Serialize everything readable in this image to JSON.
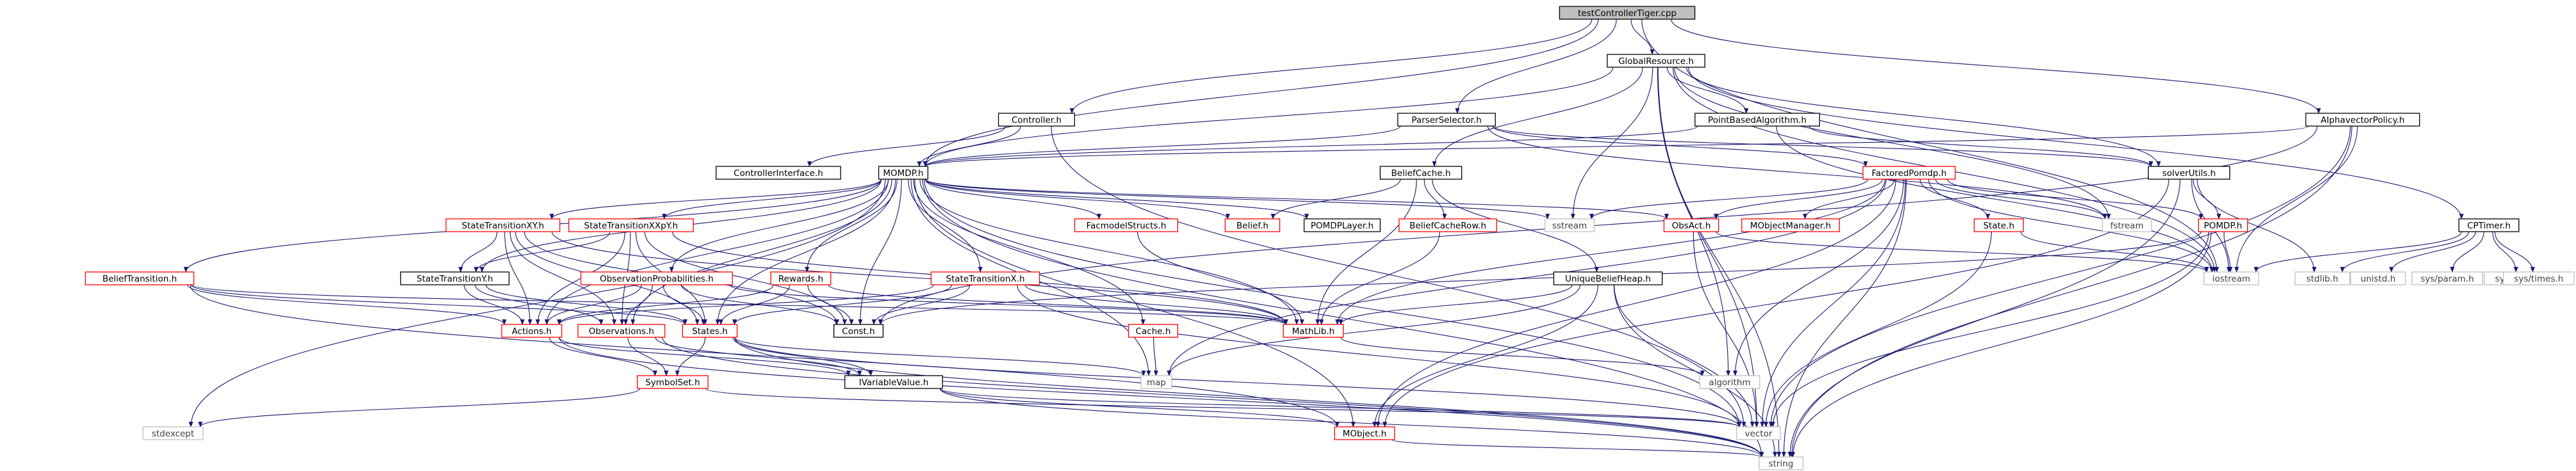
{
  "colors": {
    "background": "#ffffff",
    "edge": "#191970",
    "root_fill": "#bfbfbf",
    "root_border": "#000000",
    "documented_border": "#000000",
    "undocumented_border": "#ff0000",
    "system_border": "#bfbfbf",
    "system_text": "#404040",
    "text": "#000000"
  },
  "nodes": [
    {
      "id": "testControllerTiger",
      "label": "testControllerTiger.cpp",
      "kind": "root"
    },
    {
      "id": "GlobalResource",
      "label": "GlobalResource.h",
      "kind": "doc"
    },
    {
      "id": "Controller",
      "label": "Controller.h",
      "kind": "doc"
    },
    {
      "id": "ParserSelector",
      "label": "ParserSelector.h",
      "kind": "doc"
    },
    {
      "id": "PointBasedAlgorithm",
      "label": "PointBasedAlgorithm.h",
      "kind": "doc"
    },
    {
      "id": "AlphavectorPolicy",
      "label": "AlphavectorPolicy.h",
      "kind": "doc"
    },
    {
      "id": "ControllerInterface",
      "label": "ControllerInterface.h",
      "kind": "doc"
    },
    {
      "id": "MOMDP",
      "label": "MOMDP.h",
      "kind": "doc"
    },
    {
      "id": "BeliefCache",
      "label": "BeliefCache.h",
      "kind": "doc"
    },
    {
      "id": "FactoredPomdp",
      "label": "FactoredPomdp.h",
      "kind": "undoc"
    },
    {
      "id": "solverUtils",
      "label": "solverUtils.h",
      "kind": "doc"
    },
    {
      "id": "StateTransitionXY",
      "label": "StateTransitionXY.h",
      "kind": "undoc"
    },
    {
      "id": "StateTransitionXXpY",
      "label": "StateTransitionXXpY.h",
      "kind": "undoc"
    },
    {
      "id": "FacmodelStructs",
      "label": "FacmodelStructs.h",
      "kind": "undoc"
    },
    {
      "id": "BeliefH",
      "label": "Belief.h",
      "kind": "undoc"
    },
    {
      "id": "POMDPLayer",
      "label": "POMDPLayer.h",
      "kind": "doc"
    },
    {
      "id": "BeliefCacheRow",
      "label": "BeliefCacheRow.h",
      "kind": "undoc"
    },
    {
      "id": "sstream",
      "label": "sstream",
      "kind": "sys"
    },
    {
      "id": "ObsAct",
      "label": "ObsAct.h",
      "kind": "undoc"
    },
    {
      "id": "MObjectManager",
      "label": "MObjectManager.h",
      "kind": "undoc"
    },
    {
      "id": "StateH",
      "label": "State.h",
      "kind": "undoc"
    },
    {
      "id": "fstream",
      "label": "fstream",
      "kind": "sys"
    },
    {
      "id": "POMDPH",
      "label": "POMDP.h",
      "kind": "undoc"
    },
    {
      "id": "CPTimer",
      "label": "CPTimer.h",
      "kind": "doc"
    },
    {
      "id": "BeliefTransition",
      "label": "BeliefTransition.h",
      "kind": "undoc"
    },
    {
      "id": "StateTransitionY",
      "label": "StateTransitionY.h",
      "kind": "doc"
    },
    {
      "id": "ObservationProbabilities",
      "label": "ObservationProbabilities.h",
      "kind": "undoc"
    },
    {
      "id": "Rewards",
      "label": "Rewards.h",
      "kind": "undoc"
    },
    {
      "id": "StateTransitionX",
      "label": "StateTransitionX.h",
      "kind": "undoc"
    },
    {
      "id": "UniqueBeliefHeap",
      "label": "UniqueBeliefHeap.h",
      "kind": "doc"
    },
    {
      "id": "iostream",
      "label": "iostream",
      "kind": "sys"
    },
    {
      "id": "stdlib",
      "label": "stdlib.h",
      "kind": "sys"
    },
    {
      "id": "unistd",
      "label": "unistd.h",
      "kind": "sys"
    },
    {
      "id": "sysparam",
      "label": "sys/param.h",
      "kind": "sys"
    },
    {
      "id": "systypes",
      "label": "sys/types.h",
      "kind": "sys"
    },
    {
      "id": "systimes",
      "label": "sys/times.h",
      "kind": "sys"
    },
    {
      "id": "Actions",
      "label": "Actions.h",
      "kind": "undoc"
    },
    {
      "id": "Observations",
      "label": "Observations.h",
      "kind": "undoc"
    },
    {
      "id": "StatesH",
      "label": "States.h",
      "kind": "undoc"
    },
    {
      "id": "ConstH",
      "label": "Const.h",
      "kind": "doc"
    },
    {
      "id": "CacheH",
      "label": "Cache.h",
      "kind": "undoc"
    },
    {
      "id": "MathLib",
      "label": "MathLib.h",
      "kind": "undoc"
    },
    {
      "id": "map",
      "label": "map",
      "kind": "sys"
    },
    {
      "id": "algorithm",
      "label": "algorithm",
      "kind": "sys"
    },
    {
      "id": "SymbolSet",
      "label": "SymbolSet.h",
      "kind": "undoc"
    },
    {
      "id": "IVariableValue",
      "label": "IVariableValue.h",
      "kind": "doc"
    },
    {
      "id": "stdexcept",
      "label": "stdexcept",
      "kind": "sys"
    },
    {
      "id": "MObject",
      "label": "MObject.h",
      "kind": "undoc"
    },
    {
      "id": "vector",
      "label": "vector",
      "kind": "sys"
    },
    {
      "id": "string",
      "label": "string",
      "kind": "sys"
    }
  ],
  "edges": [
    [
      "testControllerTiger",
      "GlobalResource"
    ],
    [
      "testControllerTiger",
      "Controller"
    ],
    [
      "testControllerTiger",
      "ParserSelector"
    ],
    [
      "testControllerTiger",
      "AlphavectorPolicy"
    ],
    [
      "testControllerTiger",
      "MOMDP"
    ],
    [
      "testControllerTiger",
      "iostream"
    ],
    [
      "GlobalResource",
      "PointBasedAlgorithm"
    ],
    [
      "GlobalResource",
      "BeliefCache"
    ],
    [
      "GlobalResource",
      "MOMDP"
    ],
    [
      "GlobalResource",
      "solverUtils"
    ],
    [
      "GlobalResource",
      "CPTimer"
    ],
    [
      "GlobalResource",
      "sstream"
    ],
    [
      "GlobalResource",
      "fstream"
    ],
    [
      "GlobalResource",
      "iostream"
    ],
    [
      "GlobalResource",
      "algorithm"
    ],
    [
      "GlobalResource",
      "string"
    ],
    [
      "GlobalResource",
      "vector"
    ],
    [
      "Controller",
      "ControllerInterface"
    ],
    [
      "Controller",
      "MOMDP"
    ],
    [
      "Controller",
      "vector"
    ],
    [
      "ParserSelector",
      "MOMDP"
    ],
    [
      "ParserSelector",
      "FactoredPomdp"
    ],
    [
      "ParserSelector",
      "solverUtils"
    ],
    [
      "ParserSelector",
      "fstream"
    ],
    [
      "PointBasedAlgorithm",
      "MOMDP"
    ],
    [
      "PointBasedAlgorithm",
      "solverUtils"
    ],
    [
      "PointBasedAlgorithm",
      "iostream"
    ],
    [
      "AlphavectorPolicy",
      "MOMDP"
    ],
    [
      "AlphavectorPolicy",
      "ConstH"
    ],
    [
      "AlphavectorPolicy",
      "iostream"
    ],
    [
      "AlphavectorPolicy",
      "string"
    ],
    [
      "AlphavectorPolicy",
      "vector"
    ],
    [
      "MOMDP",
      "StateTransitionXY"
    ],
    [
      "MOMDP",
      "StateTransitionXXpY"
    ],
    [
      "MOMDP",
      "StateTransitionY"
    ],
    [
      "MOMDP",
      "StateTransitionX"
    ],
    [
      "MOMDP",
      "BeliefTransition"
    ],
    [
      "MOMDP",
      "ObservationProbabilities"
    ],
    [
      "MOMDP",
      "Rewards"
    ],
    [
      "MOMDP",
      "FacmodelStructs"
    ],
    [
      "MOMDP",
      "BeliefH"
    ],
    [
      "MOMDP",
      "POMDPLayer"
    ],
    [
      "MOMDP",
      "sstream"
    ],
    [
      "MOMDP",
      "ObsAct"
    ],
    [
      "MOMDP",
      "Actions"
    ],
    [
      "MOMDP",
      "Observations"
    ],
    [
      "MOMDP",
      "StatesH"
    ],
    [
      "MOMDP",
      "ConstH"
    ],
    [
      "MOMDP",
      "MathLib"
    ],
    [
      "MOMDP",
      "CacheH"
    ],
    [
      "MOMDP",
      "map"
    ],
    [
      "MOMDP",
      "vector"
    ],
    [
      "MOMDP",
      "string"
    ],
    [
      "MOMDP",
      "stdexcept"
    ],
    [
      "MOMDP",
      "MObject"
    ],
    [
      "BeliefCache",
      "BeliefH"
    ],
    [
      "BeliefCache",
      "BeliefCacheRow"
    ],
    [
      "BeliefCache",
      "UniqueBeliefHeap"
    ],
    [
      "BeliefCache",
      "MathLib"
    ],
    [
      "FactoredPomdp",
      "ObsAct"
    ],
    [
      "FactoredPomdp",
      "MObjectManager"
    ],
    [
      "FactoredPomdp",
      "StateH"
    ],
    [
      "FactoredPomdp",
      "POMDPH"
    ],
    [
      "FactoredPomdp",
      "fstream"
    ],
    [
      "FactoredPomdp",
      "iostream"
    ],
    [
      "FactoredPomdp",
      "sstream"
    ],
    [
      "FactoredPomdp",
      "MathLib"
    ],
    [
      "FactoredPomdp",
      "map"
    ],
    [
      "FactoredPomdp",
      "algorithm"
    ],
    [
      "FactoredPomdp",
      "vector"
    ],
    [
      "FactoredPomdp",
      "string"
    ],
    [
      "FactoredPomdp",
      "MObject"
    ],
    [
      "solverUtils",
      "POMDPH"
    ],
    [
      "solverUtils",
      "iostream"
    ],
    [
      "solverUtils",
      "stdlib"
    ],
    [
      "solverUtils",
      "string"
    ],
    [
      "solverUtils",
      "MObject"
    ],
    [
      "StateTransitionXY",
      "StateTransitionY"
    ],
    [
      "StateTransitionXY",
      "Actions"
    ],
    [
      "StateTransitionXY",
      "StatesH"
    ],
    [
      "StateTransitionXY",
      "Observations"
    ],
    [
      "StateTransitionXY",
      "MathLib"
    ],
    [
      "StateTransitionXY",
      "ConstH"
    ],
    [
      "StateTransitionXXpY",
      "StateTransitionY"
    ],
    [
      "StateTransitionXXpY",
      "Actions"
    ],
    [
      "StateTransitionXXpY",
      "StatesH"
    ],
    [
      "StateTransitionXXpY",
      "Observations"
    ],
    [
      "StateTransitionXXpY",
      "MathLib"
    ],
    [
      "StateTransitionXXpY",
      "ConstH"
    ],
    [
      "FacmodelStructs",
      "MathLib"
    ],
    [
      "BeliefCacheRow",
      "MathLib"
    ],
    [
      "ObsAct",
      "iostream"
    ],
    [
      "ObsAct",
      "vector"
    ],
    [
      "StateH",
      "iostream"
    ],
    [
      "StateH",
      "vector"
    ],
    [
      "POMDPH",
      "iostream"
    ],
    [
      "POMDPH",
      "string"
    ],
    [
      "POMDPH",
      "vector"
    ],
    [
      "POMDPH",
      "ConstH"
    ],
    [
      "CPTimer",
      "iostream"
    ],
    [
      "CPTimer",
      "stdlib"
    ],
    [
      "CPTimer",
      "unistd"
    ],
    [
      "CPTimer",
      "sysparam"
    ],
    [
      "CPTimer",
      "systypes"
    ],
    [
      "CPTimer",
      "systimes"
    ],
    [
      "BeliefTransition",
      "Actions"
    ],
    [
      "BeliefTransition",
      "StatesH"
    ],
    [
      "BeliefTransition",
      "MathLib"
    ],
    [
      "BeliefTransition",
      "MObject"
    ],
    [
      "StateTransitionY",
      "Actions"
    ],
    [
      "StateTransitionY",
      "StatesH"
    ],
    [
      "StateTransitionY",
      "Observations"
    ],
    [
      "ObservationProbabilities",
      "Actions"
    ],
    [
      "ObservationProbabilities",
      "StatesH"
    ],
    [
      "ObservationProbabilities",
      "Observations"
    ],
    [
      "ObservationProbabilities",
      "MathLib"
    ],
    [
      "ObservationProbabilities",
      "ConstH"
    ],
    [
      "Rewards",
      "Actions"
    ],
    [
      "Rewards",
      "StatesH"
    ],
    [
      "Rewards",
      "MathLib"
    ],
    [
      "Rewards",
      "ConstH"
    ],
    [
      "StateTransitionX",
      "Actions"
    ],
    [
      "StateTransitionX",
      "StatesH"
    ],
    [
      "StateTransitionX",
      "MathLib"
    ],
    [
      "StateTransitionX",
      "ConstH"
    ],
    [
      "StateTransitionX",
      "vector"
    ],
    [
      "UniqueBeliefHeap",
      "MathLib"
    ],
    [
      "UniqueBeliefHeap",
      "map"
    ],
    [
      "UniqueBeliefHeap",
      "vector"
    ],
    [
      "UniqueBeliefHeap",
      "string"
    ],
    [
      "UniqueBeliefHeap",
      "MObject"
    ],
    [
      "Actions",
      "SymbolSet"
    ],
    [
      "Actions",
      "IVariableValue"
    ],
    [
      "Actions",
      "string"
    ],
    [
      "Observations",
      "SymbolSet"
    ],
    [
      "Observations",
      "IVariableValue"
    ],
    [
      "Observations",
      "string"
    ],
    [
      "StatesH",
      "SymbolSet"
    ],
    [
      "StatesH",
      "IVariableValue"
    ],
    [
      "StatesH",
      "map"
    ],
    [
      "StatesH",
      "vector"
    ],
    [
      "StatesH",
      "string"
    ],
    [
      "CacheH",
      "map"
    ],
    [
      "MathLib",
      "algorithm"
    ],
    [
      "SymbolSet",
      "stdexcept"
    ],
    [
      "SymbolSet",
      "vector"
    ],
    [
      "IVariableValue",
      "MObject"
    ],
    [
      "IVariableValue",
      "vector"
    ],
    [
      "IVariableValue",
      "string"
    ],
    [
      "MObject",
      "string"
    ]
  ]
}
